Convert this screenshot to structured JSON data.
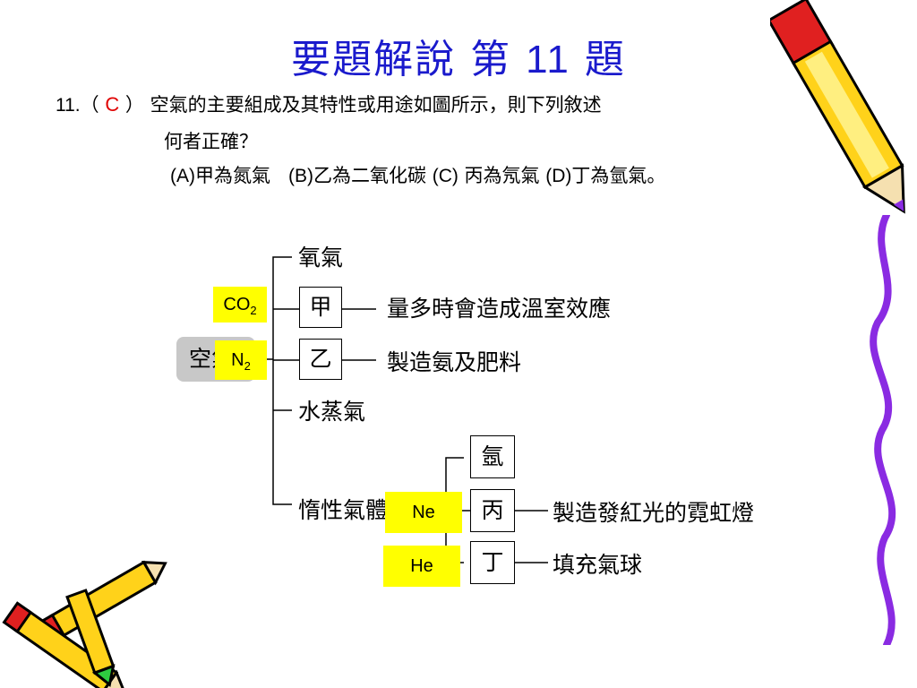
{
  "slide": {
    "title": "要題解說 第",
    "title_number": "11",
    "title_suffix": "題",
    "title_color": "#1a1acc"
  },
  "question": {
    "number": "11.（",
    "answer": "C",
    "close": "）",
    "text_line1": "空氣的主要組成及其特性或用途如圖所示，則下列敘述",
    "text_line2": "何者正確？",
    "options": [
      {
        "letter": "(A)",
        "text": "甲為氮氣"
      },
      {
        "letter": "(B)",
        "text": "乙為二氧化碳"
      },
      {
        "letter": "(C)",
        "text": " 丙為氖氣"
      },
      {
        "letter": "(D)",
        "text": "丁為氫氣。"
      }
    ],
    "answer_color": "#e00000"
  },
  "diagram": {
    "root": "空氣",
    "branches": {
      "oxygen": "氧氣",
      "jia": "甲",
      "jia_use": "量多時會造成溫室效應",
      "jia_formula": {
        "base": "CO",
        "sub": "2"
      },
      "yi": "乙",
      "yi_use": "製造氨及肥料",
      "yi_formula": {
        "base": "N",
        "sub": "2"
      },
      "water": "水蒸氣",
      "inert": "惰性氣體",
      "helium_box": "氬",
      "bing": "丙",
      "bing_use": "製造發紅光的霓虹燈",
      "bing_formula": "Ne",
      "ding": "丁",
      "ding_use": "填充氣球",
      "ding_formula": "He"
    },
    "highlight_color": "#ffff00"
  }
}
